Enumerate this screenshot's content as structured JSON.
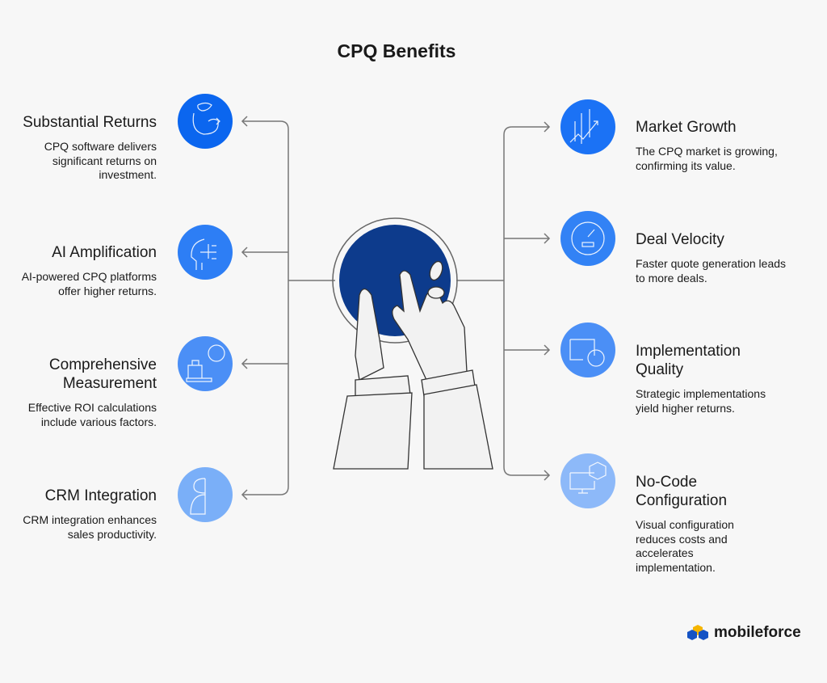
{
  "title": "CPQ Benefits",
  "left": [
    {
      "title": "Substantial Returns",
      "desc": "CPQ software delivers significant returns on investment.",
      "color": "#0b66ef",
      "icon": "money-bag-icon"
    },
    {
      "title": "AI Amplification",
      "desc": "AI-powered CPQ platforms offer higher returns.",
      "color": "#2d7ef5",
      "icon": "ai-head-icon"
    },
    {
      "title": "Comprehensive Measurement",
      "desc": "Effective ROI calculations include various factors.",
      "color": "#4b8ff6",
      "icon": "scale-briefcase-icon"
    },
    {
      "title": "CRM Integration",
      "desc": "CRM integration enhances sales productivity.",
      "color": "#7aaff8",
      "icon": "head-gears-icon"
    }
  ],
  "right": [
    {
      "title": "Market Growth",
      "desc": "The CPQ market is growing, confirming its value.",
      "color": "#1b72f5",
      "icon": "growth-chart-icon"
    },
    {
      "title": "Deal Velocity",
      "desc": "Faster quote generation leads to more deals.",
      "color": "#3282f5",
      "icon": "speedometer-icon"
    },
    {
      "title": "Implementation Quality",
      "desc": "Strategic implementations yield higher returns.",
      "color": "#4b8ff6",
      "icon": "puzzle-smile-icon"
    },
    {
      "title": "No-Code Configuration",
      "desc": "Visual configuration reduces costs and accelerates implementation.",
      "color": "#8db9f9",
      "icon": "monitor-cube-icon"
    }
  ],
  "logo": "mobileforce"
}
